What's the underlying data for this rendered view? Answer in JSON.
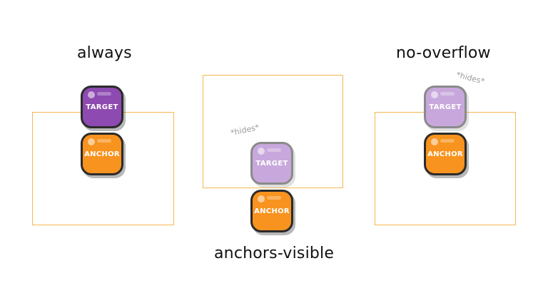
{
  "panels": {
    "always": {
      "title": "always",
      "target_label": "TARGET",
      "anchor_label": "ANCHOR"
    },
    "anchors_visible": {
      "title": "anchors-visible",
      "target_label": "TARGET",
      "anchor_label": "ANCHOR",
      "note": "*hides*"
    },
    "no_overflow": {
      "title": "no-overflow",
      "target_label": "TARGET",
      "anchor_label": "ANCHOR",
      "note": "*hides*"
    }
  },
  "colors": {
    "frame": "#f5b752",
    "anchor": "#f7931e",
    "target": "#8d4ab0",
    "target_hidden": "#c8a8dc",
    "outline": "#2b2b2b"
  }
}
